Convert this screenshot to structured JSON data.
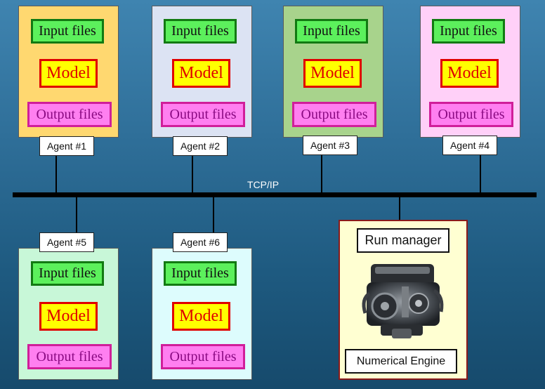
{
  "network": {
    "label": "TCP/IP"
  },
  "agents": [
    {
      "tag": "Agent #1",
      "input": "Input files",
      "model": "Model",
      "output": "Output files",
      "color": "#ffd870"
    },
    {
      "tag": "Agent #2",
      "input": "Input files",
      "model": "Model",
      "output": "Output files",
      "color": "#dce3f3"
    },
    {
      "tag": "Agent #3",
      "input": "Input files",
      "model": "Model",
      "output": "Output files",
      "color": "#a8d38c"
    },
    {
      "tag": "Agent #4",
      "input": "Input files",
      "model": "Model",
      "output": "Output files",
      "color": "#ffd0f8"
    },
    {
      "tag": "Agent #5",
      "input": "Input files",
      "model": "Model",
      "output": "Output files",
      "color": "#c8f7d8"
    },
    {
      "tag": "Agent #6",
      "input": "Input files",
      "model": "Model",
      "output": "Output files",
      "color": "#ddfcfd"
    }
  ],
  "run_manager": {
    "title": "Run manager",
    "engine_label": "Numerical Engine",
    "panel_color": "#ffffd2",
    "image_icon": "engine-image"
  }
}
